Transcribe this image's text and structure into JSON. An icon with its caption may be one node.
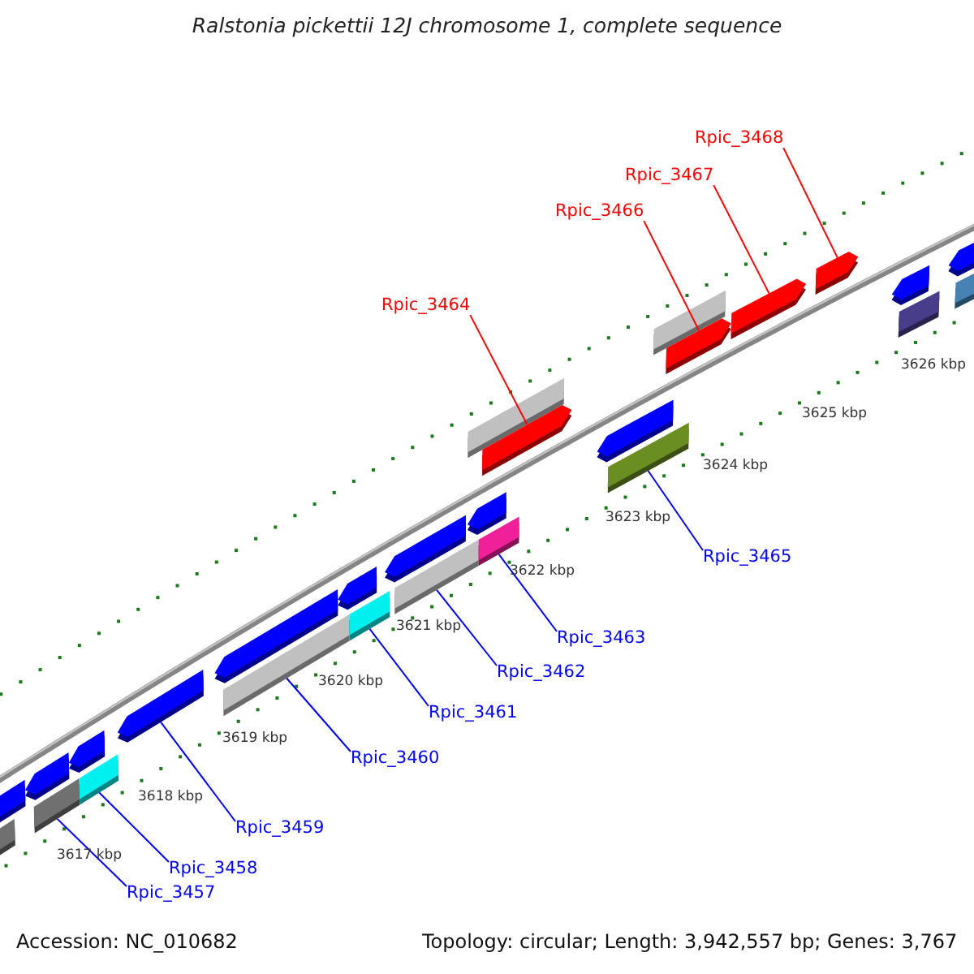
{
  "diagram": {
    "title": "Ralstonia pickettii 12J chromosome 1, complete sequence",
    "nodes": [
      {
        "text": [
          "Rpic_3468"
        ]
      },
      {
        "text": [
          "Rpic_3467"
        ]
      },
      {
        "text": [
          "Rpic_3466"
        ]
      },
      {
        "text": [
          "Rpic_3464"
        ]
      },
      {
        "text": [
          "Rpic_3465"
        ]
      },
      {
        "text": [
          "Rpic_3463"
        ]
      },
      {
        "text": [
          "Rpic_3462"
        ]
      },
      {
        "text": [
          "Rpic_3461"
        ]
      },
      {
        "text": [
          "Rpic_3460"
        ]
      },
      {
        "text": [
          "Rpic_3459"
        ]
      },
      {
        "text": [
          "Rpic_3458"
        ]
      },
      {
        "text": [
          "Rpic_3457"
        ]
      },
      {
        "text": [],
        "shape": "bar"
      },
      {
        "text": [],
        "shape": "bar"
      },
      {
        "text": [],
        "shape": "bar"
      },
      {
        "text": [],
        "shape": "bar"
      },
      {
        "text": [],
        "shape": "bar"
      },
      {
        "text": [],
        "shape": "bar"
      },
      {
        "text": [],
        "shape": "bar"
      },
      {
        "text": [],
        "shape": "bar"
      },
      {
        "text": [],
        "shape": "bar"
      },
      {
        "text": [],
        "shape": "bar"
      },
      {
        "text": [],
        "shape": "bar"
      },
      {
        "text": [],
        "shape": "bar"
      }
    ],
    "edges": [
      {
        "from": 0,
        "to": 12,
        "arrow": "none",
        "color": "#ff0000"
      },
      {
        "from": 1,
        "to": 13,
        "arrow": "none",
        "color": "#ff0000"
      },
      {
        "from": 2,
        "to": 14,
        "arrow": "none",
        "color": "#ff0000"
      },
      {
        "from": 3,
        "to": 15,
        "arrow": "none",
        "color": "#ff0000"
      },
      {
        "from": 4,
        "to": 16,
        "arrow": "none"
      },
      {
        "from": 5,
        "to": 17,
        "arrow": "none"
      },
      {
        "from": 6,
        "to": 18,
        "arrow": "none"
      },
      {
        "from": 7,
        "to": 19,
        "arrow": "none"
      },
      {
        "from": 8,
        "to": 20,
        "arrow": "none"
      },
      {
        "from": 9,
        "to": 21,
        "arrow": "none"
      },
      {
        "from": 10,
        "to": 22,
        "arrow": "none"
      },
      {
        "from": 11,
        "to": 23,
        "arrow": "none"
      }
    ],
    "labels": [
      "3626 kbp",
      "3625 kbp",
      "3624 kbp",
      "3623 kbp",
      "3622 kbp",
      "3621 kbp",
      "3620 kbp",
      "3619 kbp",
      "3618 kbp",
      "3617 kbp",
      "Accession: NC_010682",
      "Topology: circular; Length: 3,942,557 bp; Genes: 3,767"
    ]
  }
}
